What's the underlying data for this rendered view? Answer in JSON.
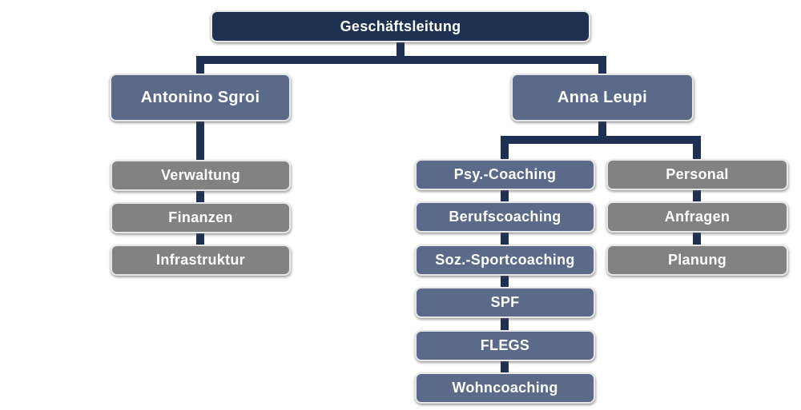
{
  "diagram": {
    "type": "org-chart",
    "root": {
      "label": "Geschäftsleitung"
    },
    "branches": [
      {
        "head": "Antonino Sgroi",
        "columns": [
          {
            "variant": "gray",
            "items": [
              "Verwaltung",
              "Finanzen",
              "Infrastruktur"
            ]
          }
        ]
      },
      {
        "head": "Anna Leupi",
        "columns": [
          {
            "variant": "blue",
            "items": [
              "Psy.-Coaching",
              "Berufscoaching",
              "Soz.-Sportcoaching",
              "SPF",
              "FLEGS",
              "Wohncoaching"
            ]
          },
          {
            "variant": "gray",
            "items": [
              "Personal",
              "Anfragen",
              "Planung"
            ]
          }
        ]
      }
    ],
    "colors": {
      "navy": "#1f3150",
      "blue_gray": "#5b6a88",
      "gray": "#828282",
      "connector": "#1e3053",
      "text": "#ffffff",
      "background": "#ffffff"
    }
  }
}
